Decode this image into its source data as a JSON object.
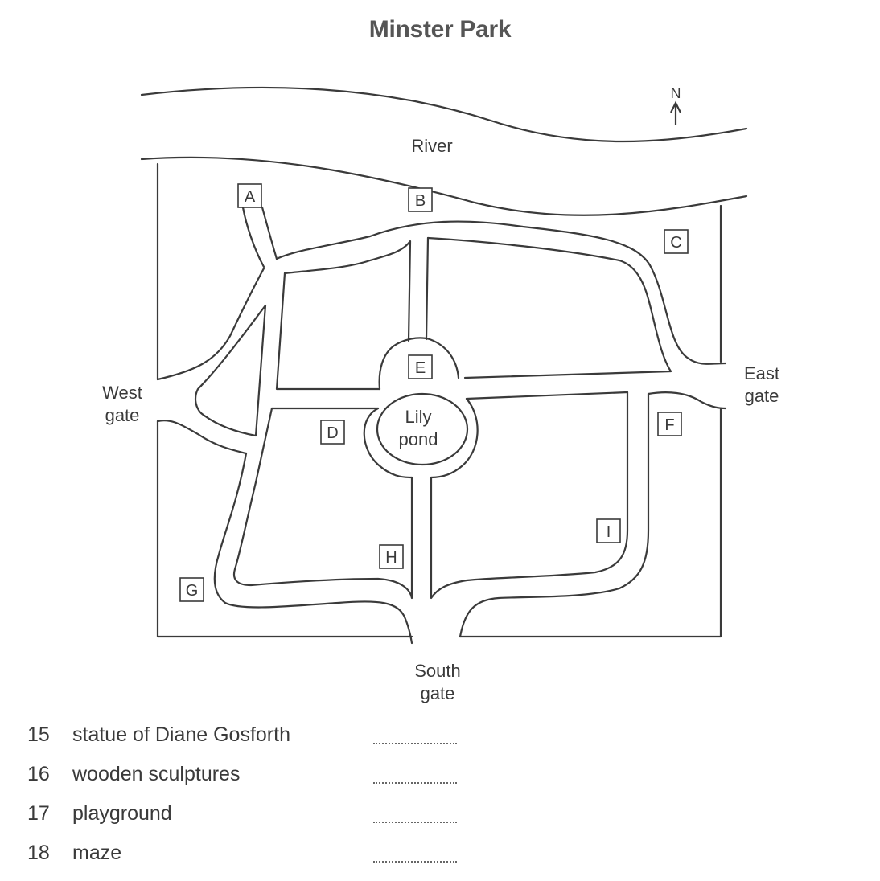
{
  "title": "Minster Park",
  "compass": "N",
  "map_labels": {
    "river": "River",
    "west_gate": [
      "West",
      "gate"
    ],
    "east_gate": [
      "East",
      "gate"
    ],
    "south_gate": [
      "South",
      "gate"
    ],
    "lily_pond": [
      "Lily",
      "pond"
    ]
  },
  "locations": [
    "A",
    "B",
    "C",
    "D",
    "E",
    "F",
    "G",
    "H",
    "I"
  ],
  "questions": [
    {
      "number": "15",
      "text": "statue of Diane Gosforth"
    },
    {
      "number": "16",
      "text": "wooden sculptures"
    },
    {
      "number": "17",
      "text": "playground"
    },
    {
      "number": "18",
      "text": "maze"
    }
  ]
}
